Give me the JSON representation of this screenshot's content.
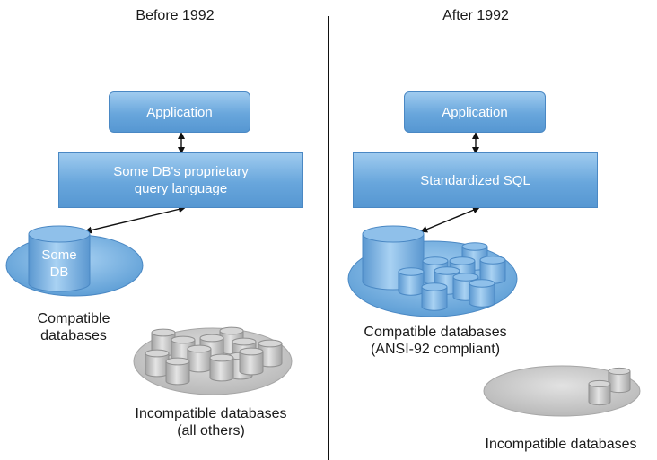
{
  "left": {
    "heading": "Before 1992",
    "app_label": "Application",
    "lang_label": "Some DB's proprietary\nquery language",
    "db_label": "Some\nDB",
    "compatible_label": "Compatible\ndatabases",
    "incompatible_label": "Incompatible databases\n(all others)"
  },
  "right": {
    "heading": "After 1992",
    "app_label": "Application",
    "lang_label": "Standardized SQL",
    "compatible_label": "Compatible databases\n(ANSI-92 compliant)",
    "incompatible_label": "Incompatible databases"
  },
  "colors": {
    "blue_fill": "#68a6dc",
    "blue_stroke": "#4a88c4",
    "gray_fill": "#c9c9c9",
    "gray_stroke": "#9a9a9a",
    "divider": "#111111"
  }
}
